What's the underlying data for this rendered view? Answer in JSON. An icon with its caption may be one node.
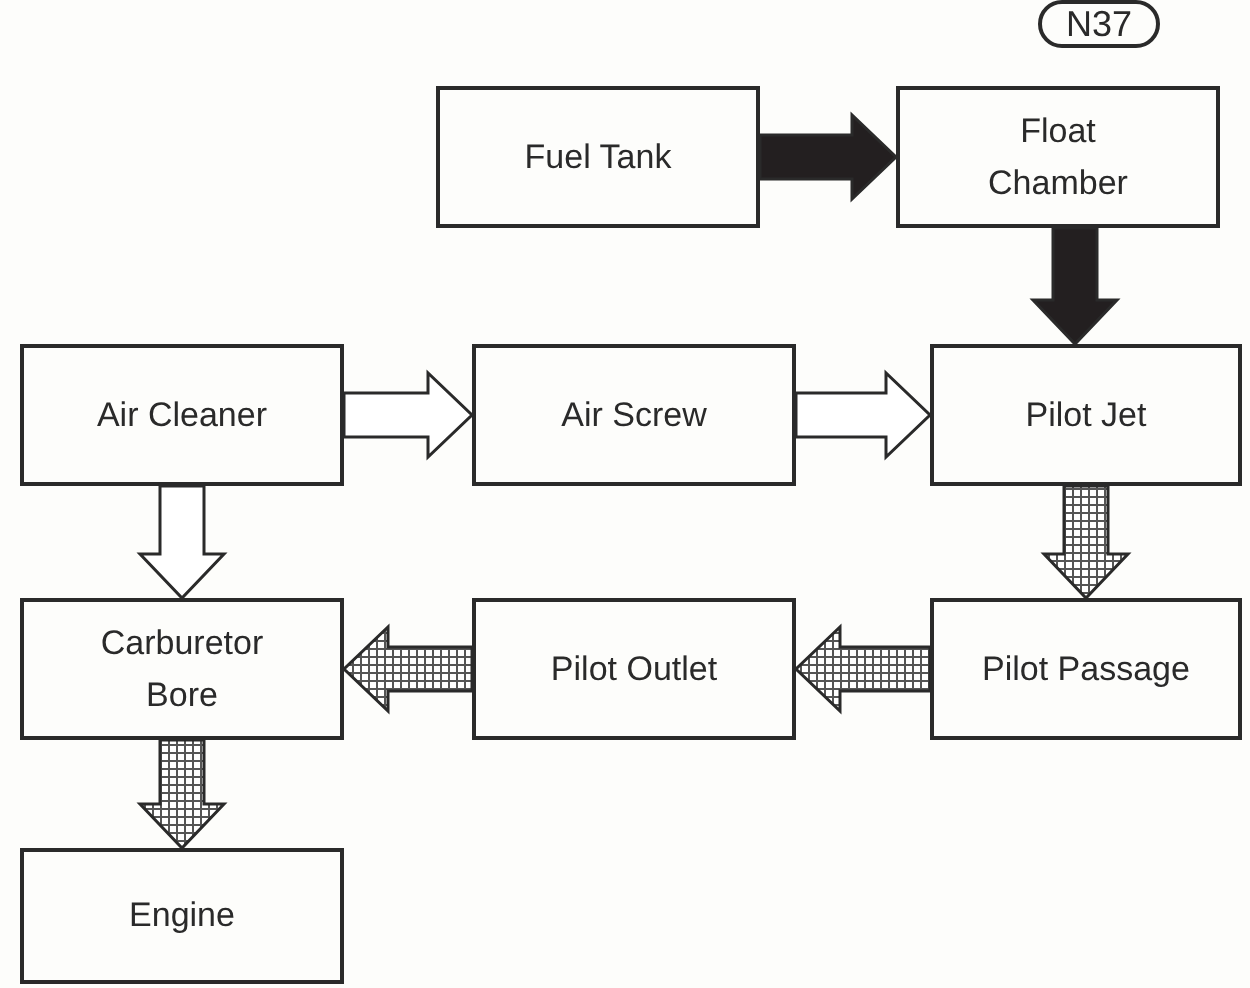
{
  "diagram": {
    "nodes": [
      {
        "text": [
          "Fuel Tank"
        ]
      },
      {
        "text": [
          "Float Chamber"
        ]
      },
      {
        "text": [
          "Air Cleaner"
        ]
      },
      {
        "text": [
          "Air Screw"
        ]
      },
      {
        "text": [
          "Pilot Jet"
        ]
      },
      {
        "text": [
          "Carburetor Bore"
        ]
      },
      {
        "text": [
          "Pilot Outlet"
        ]
      },
      {
        "text": [
          "Pilot Passage"
        ]
      },
      {
        "text": [
          "Engine"
        ]
      }
    ],
    "edges": [
      {
        "from": 0,
        "to": 1,
        "arrow": "to",
        "color": "#231f20"
      },
      {
        "from": 1,
        "to": 4,
        "arrow": "to",
        "color": "#231f20"
      },
      {
        "from": 2,
        "to": 3,
        "arrow": "to"
      },
      {
        "from": 3,
        "to": 4,
        "arrow": "to"
      },
      {
        "from": 2,
        "to": 5,
        "arrow": "to"
      },
      {
        "from": 4,
        "to": 7,
        "arrow": "to",
        "style": "dashed"
      },
      {
        "from": 7,
        "to": 6,
        "arrow": "to",
        "style": "dashed"
      },
      {
        "from": 6,
        "to": 5,
        "arrow": "to",
        "style": "dashed"
      },
      {
        "from": 5,
        "to": 8,
        "arrow": "to",
        "style": "dashed"
      }
    ],
    "labels": [
      "N37"
    ]
  }
}
